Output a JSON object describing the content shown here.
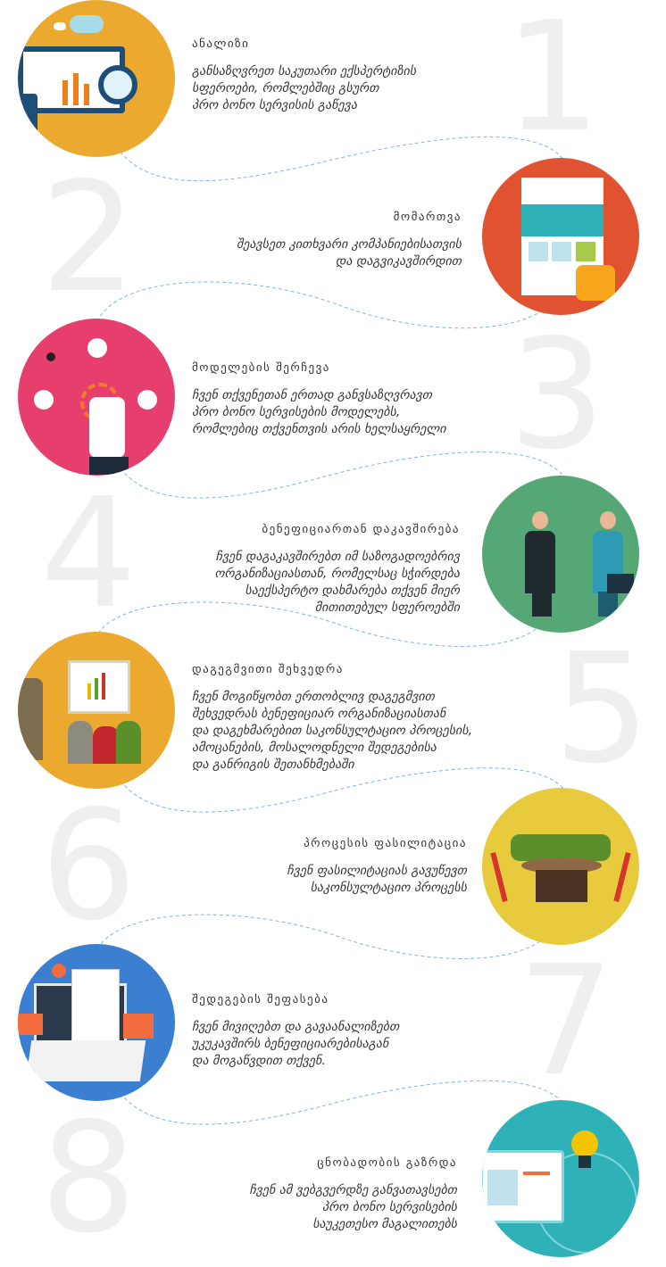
{
  "steps": [
    {
      "number": "1",
      "title": "ანალიზი",
      "body": "განსაზღვრეთ საკუთარი ექსპერტიზის\nსფეროები, რომლებშიც გსურთ\nპრო ბონო სერვისის გაწევა",
      "color": "#EBAA2F",
      "icon": "analytics-monitor-icon"
    },
    {
      "number": "2",
      "title": "მომართვა",
      "body": "შეავსეთ კითხვარი კომპანიებისათვის\nდა დაგვიკავშირდით",
      "color": "#E05230",
      "icon": "web-form-icon"
    },
    {
      "number": "3",
      "title": "მოდელების შერჩევა",
      "body": "ჩვენ თქვენეთან ერთად განვსაზღვრავთ\nპრო ბონო სერვისების მოდელებს,\nრომლებიც თქვენთვის არის ხელსაყრელი",
      "color": "#E63F6E",
      "icon": "hand-pointer-network-icon"
    },
    {
      "number": "4",
      "title": "ბენეფიციართან დაკავშირება",
      "body": "ჩვენ დაგაკავშირებთ იმ საზოგადოებრივ\nორგანიზაციასთან, რომელსაც სჭირდება\nსაექსპერტო დახმარება თქვენ მიერ\nმითითებულ სფეროებში",
      "color": "#55A875",
      "icon": "handshake-icon"
    },
    {
      "number": "5",
      "title": "დაგეგმვითი შეხვედრა",
      "body": "ჩვენ მოგიწყობთ ერთობლივ დაგეგმვით\nშეხვედრას ბენეფიციარ ორგანიზაციასთან\nდა დაგეხმარებით საკონსულტაციო პროცესის,\nამოცანების, მოსალოდნელი შედეგებისა\nდა განრიგის შეთანხმებაში",
      "color": "#EBAA2F",
      "icon": "presentation-icon"
    },
    {
      "number": "6",
      "title": "პროცესის ფასილიტაცია",
      "body": "ჩვენ ფასილიტაციას გავუწევთ\nსაკონსულტაციო პროცესს",
      "color": "#E8CB3D",
      "icon": "meeting-table-icon"
    },
    {
      "number": "7",
      "title": "შედეგების შეფასება",
      "body": "ჩვენ მივიღებთ და გავაანალიზებთ\nუკუკავშირს ბენეფიციარებისაგან\nდა მოგაწვდით თქვენ.",
      "color": "#3A7FD0",
      "icon": "laptop-documents-icon"
    },
    {
      "number": "8",
      "title": "ცნობადობის გაზრდა",
      "body": "ჩვენ ამ ვებგვერდზე განვათავსებთ\nპრო ბონო სერვისების\nსაუკეთესო მაგალითებს",
      "color": "#2FB1B8",
      "icon": "web-idea-icon"
    }
  ]
}
